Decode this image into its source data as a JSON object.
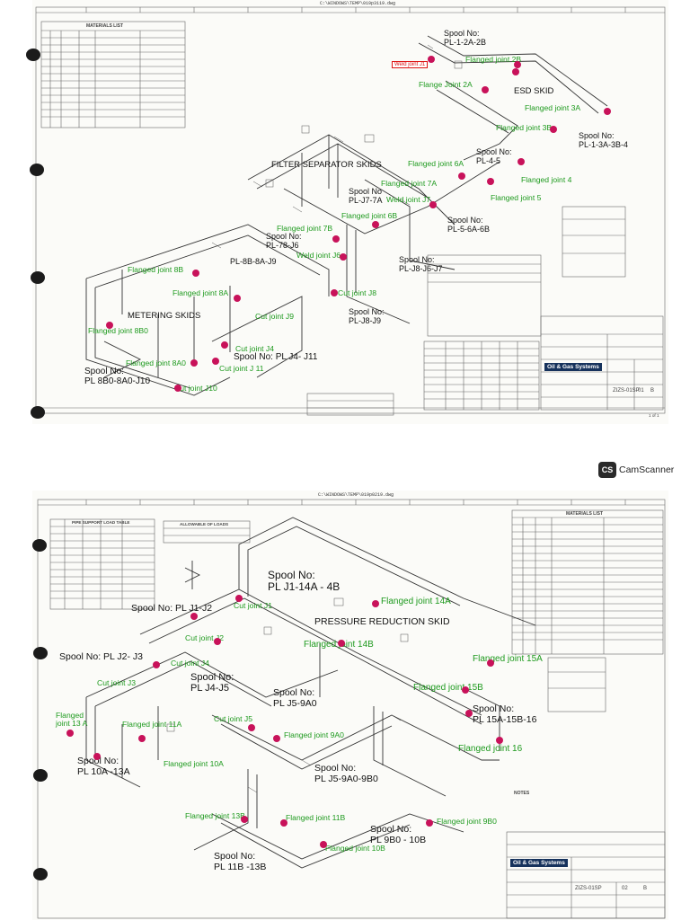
{
  "app": {
    "name": "CamScanner",
    "icon": "camscanner-icon"
  },
  "sheet1": {
    "file_path": "C:\\WINDOWS\\TEMP\\019p3119.dwg",
    "titles": {
      "material_list": "MATERIALS LIST",
      "esd_skid": "ESD SKID",
      "filter_separator": "FILTER SEPARATOR SKIDS",
      "metering": "METERING SKIDS"
    },
    "spools": {
      "pl_1_2a_2b": [
        "Spool No:",
        "PL-1-2A-2B"
      ],
      "pl_1_3a": [
        "Spool No:",
        "PL-1-3A-3B-4"
      ],
      "pl_4_5": [
        "Spool No:",
        "PL-4-5"
      ],
      "pl_j7_7a": [
        "Spool No",
        "PL-J7-7A"
      ],
      "pl_5_6a": [
        "Spool No:",
        "PL-5-6A-6B"
      ],
      "pl_78_j6": [
        "Spool No:",
        "PL-78-J6"
      ],
      "pl_8b_8a": [
        "PL-8B-8A-J9"
      ],
      "pl_j8_j6": [
        "Spool No:",
        "PL-J8-J6-J7"
      ],
      "pl_j8_j9": [
        "Spool No:",
        "PL-J8-J9"
      ],
      "pl_j4_j11": [
        "Spool No: PL J4- J11"
      ],
      "pl_8b0": [
        "Spool No:",
        "PL 8B0-8A0-J10"
      ]
    },
    "joints": {
      "weld_j1": "Weld joint J1",
      "flanged_2b": "Flanged joint 2B",
      "flange_2a": "Flange Joint 2A",
      "flanged_3a": "Flanged joint 3A",
      "flanged_3b": "Flanged joint 3B",
      "flanged_6a": "Flanged joint 6A",
      "flanged_4": "Flanged joint 4",
      "flanged_7a": "Flanged joint 7A",
      "weld_j7": "Weld joint J7",
      "flanged_5": "Flanged joint 5",
      "flanged_6b": "Flanged joint 6B",
      "flanged_7b": "Flanged joint 7B",
      "weld_j6": "Weld joint J6",
      "flanged_8b": "Flanged joint  8B",
      "flanged_8a": "Flanged joint 8A",
      "cut_j8": "Cut joint J8",
      "cut_j9": "Cut joint  J9",
      "flanged_8b0": "Flanged joint 8B0",
      "cut_j4": "Cut joint  J4",
      "cut_j11": "Cut joint J 11",
      "flanged_8a0": "Flanged joint 8A0",
      "cut_j10": "Cut joint J10"
    },
    "title_block": {
      "company": "Oil & Gas Systems",
      "drawing_no": "ZIZS-01SP",
      "sheet": "01",
      "rev": "B",
      "page": "1 of 1"
    }
  },
  "sheet2": {
    "file_path": "C:\\WINDOWS\\TEMP\\019p0219.dwg",
    "titles": {
      "pressure_reduction": "PRESSURE REDUCTION SKID",
      "material_list": "MATERIALS LIST",
      "pipe_support": "PIPE SUPPORT LOAD TABLE",
      "allowable": "ALLOWABLE OF LOADS",
      "notes": "NOTES"
    },
    "spools": {
      "pl_j1_14a": [
        "Spool No:",
        "PL J1-14A - 4B"
      ],
      "pl_j1_j2": [
        "Spool No: PL J1-J2"
      ],
      "pl_j2_j3": [
        "Spool No: PL J2- J3"
      ],
      "pl_j4_j5": [
        "Spool No:",
        "PL J4-J5"
      ],
      "pl_j5_9a0": [
        "Spool No:",
        "PL J5-9A0"
      ],
      "pl_15a": [
        "Spool No:",
        "PL 15A-15B-16"
      ],
      "pl_10a": [
        "Spool No:",
        "PL 10A -13A"
      ],
      "pl_j5_9a0_9b0": [
        "Spool No:",
        "PL J5-9A0-9B0"
      ],
      "pl_9b0": [
        "Spool No:",
        "PL 9B0 - 10B"
      ],
      "pl_11b": [
        "Spool No:",
        "PL 11B -13B"
      ]
    },
    "joints": {
      "cut_j1": "Cut joint J1",
      "flanged_14a": "Flanged joint 14A",
      "flanged_14b": "Flanged joint 14B",
      "cut_j2": "Cut joint J2",
      "cut_j4": "Cut joint J4",
      "flanged_15a": "Flanged joint 15A",
      "cut_j3": "Cut joint J3",
      "flanged_15b": "Flanged joint 15B",
      "flanged_13a": [
        "Flanged",
        "joint 13 A"
      ],
      "flanged_11a": "Flanged joint 11A",
      "cut_j5": "Cut joint J5",
      "flanged_9a0": "Flanged joint 9A0",
      "flanged_16": "Flanged joint 16",
      "flanged_10a": "Flanged joint 10A",
      "flanged_13b": "Flanged joint 13B",
      "flanged_11b": "Flanged joint 11B",
      "flanged_9b0": "Flanged joint 9B0",
      "flanged_10b": "Flanged joint 10B"
    },
    "title_block": {
      "company": "Oil & Gas Systems",
      "drawing_no": "ZIZS-01SP",
      "sheet": "02",
      "rev": "B"
    }
  },
  "colors": {
    "joint_label": "#1e9a1e",
    "marker": "#c8125a",
    "weld_box": "#dd1111",
    "logo": "#16325c"
  }
}
